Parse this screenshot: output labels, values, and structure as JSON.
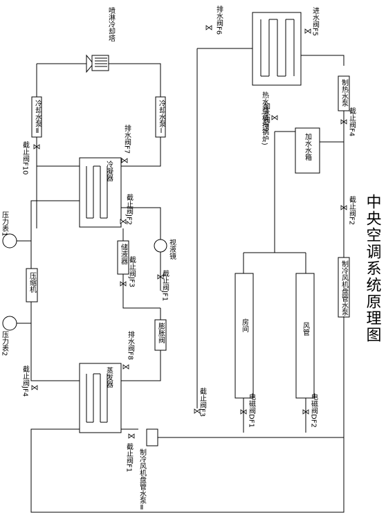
{
  "title": "中央空调系统原理图",
  "labels": {
    "spray_tower": "喷淋冷却塔",
    "cooling_pump_2": "冷却水泵Ⅱ",
    "cooling_pump_1": "冷却水泵Ⅰ",
    "condenser": "冷凝器",
    "drain_f7": "排水阀F7",
    "stop_f10": "截止阀F10",
    "pressure_gauge_1": "压力表1",
    "pressure_gauge_2": "压力表2",
    "compressor": "压缩机",
    "stop_jf2": "截止阀JF2",
    "receiver": "储液器",
    "sight_glass": "视液镜",
    "stop_jf3": "截止阀JF3",
    "stop_jf1": "截止阀JF1",
    "expansion_valve": "膨胀阀",
    "drain_f8": "排水阀F8",
    "evaporator": "蒸发器",
    "stop_jf4": "截止阀JF4",
    "stop_f1": "截止阀F1",
    "chiller_pump_2": "制冷风机盘管水泵Ⅱ",
    "stop_f3": "截止阀F3",
    "solenoid_df1": "电磁阀DF1",
    "solenoid_df2": "电磁阀DF2",
    "room": "房间",
    "air_duct": "风管",
    "water_heater": "热水器(模拟锅炉)",
    "drain_f6": "排水阀F6",
    "inlet_f5": "进水阀F5",
    "heating_pump": "制热水泵",
    "stop_f4": "截止阀F4",
    "fill_f9": "加水阀F9",
    "fill_tank": "加水水箱",
    "stop_f2": "截止阀F2",
    "chiller_pump_1": "制冷风机盘管水泵Ⅰ"
  }
}
